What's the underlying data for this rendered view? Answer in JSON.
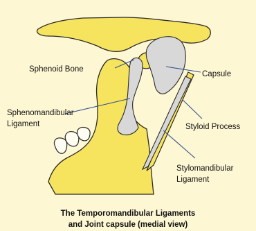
{
  "labels": {
    "sphenoid_bone": "Sphenoid Bone",
    "capsule": "Capsule",
    "sphenomandibular_line1": "Sphenomandibular",
    "sphenomandibular_line2": "Ligament",
    "styloid_process": "Styloid Process",
    "stylomandibular_line1": "Stylomandibular",
    "stylomandibular_line2": "Ligament"
  },
  "caption": {
    "line1": "The Temporomandibular Ligaments",
    "line2": "and Joint capsule (medial view)"
  },
  "colors": {
    "background": "#fdf7d3",
    "bone": "#f6e35e",
    "ligament": "#d8d8d8",
    "outline": "#2a2a2a",
    "leader_line": "#35508f"
  }
}
